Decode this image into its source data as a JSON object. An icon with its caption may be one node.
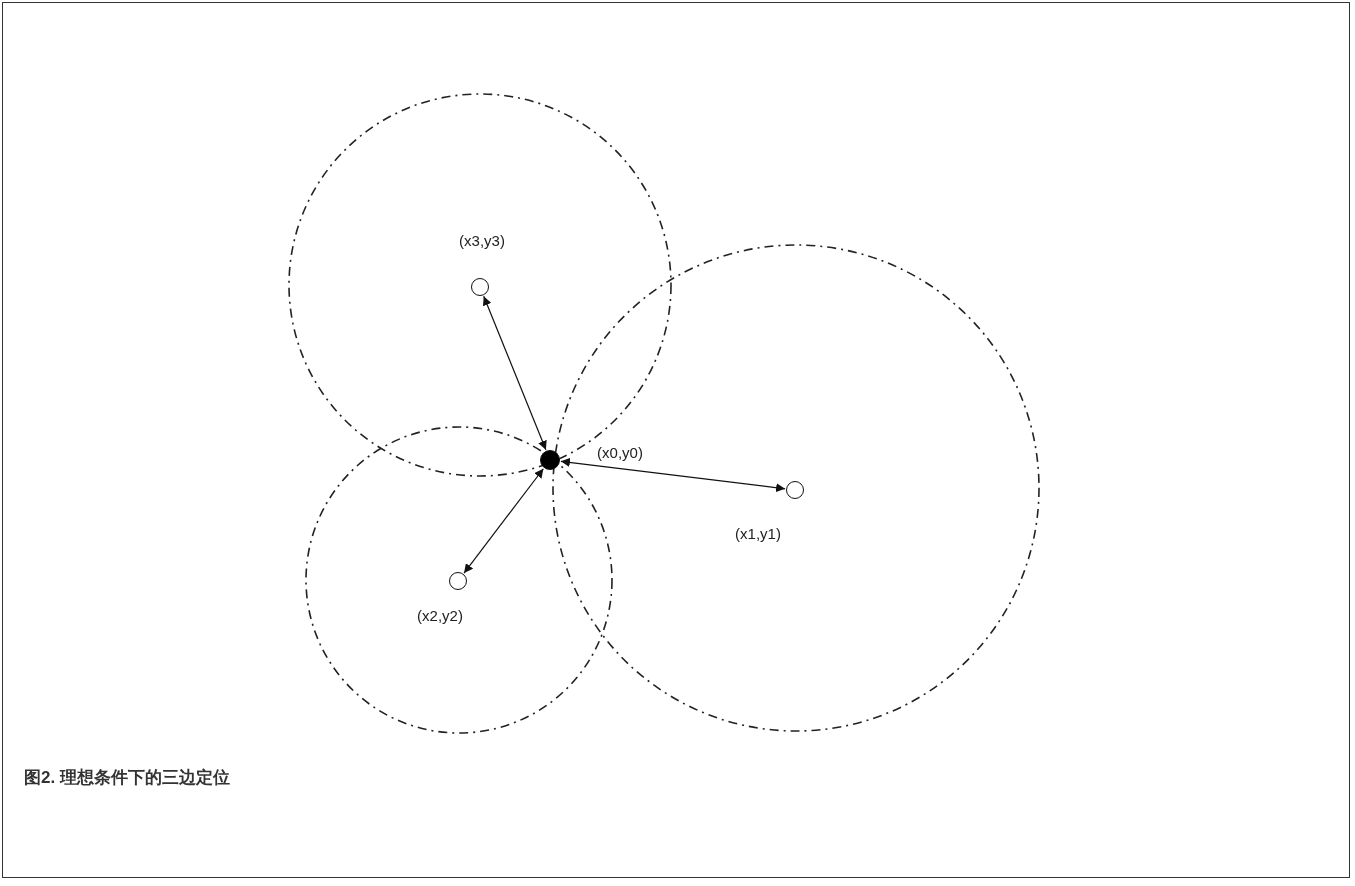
{
  "diagram": {
    "caption": "图2. 理想条件下的三边定位",
    "nodes": [
      {
        "text": [],
        "shape": "circle",
        "beside": [
          "(x3,y3)"
        ]
      },
      {
        "text": [],
        "shape": "circle",
        "beside": [
          "(x0,y0)"
        ]
      },
      {
        "text": [],
        "shape": "circle",
        "beside": [
          "(x1,y1)"
        ]
      },
      {
        "text": [],
        "shape": "circle",
        "beside": [
          "(x2,y2)"
        ]
      }
    ],
    "edges": [
      {
        "from": 1,
        "to": 0,
        "arrow": "both"
      },
      {
        "from": 1,
        "to": 2,
        "arrow": "both"
      },
      {
        "from": 1,
        "to": 3,
        "arrow": "both"
      }
    ]
  }
}
